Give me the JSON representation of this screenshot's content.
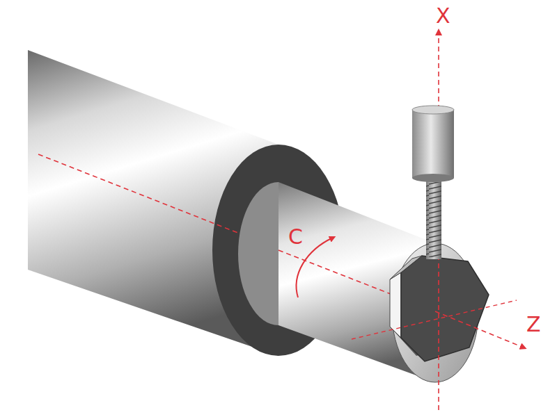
{
  "diagram": {
    "labels": [
      "X",
      "C",
      "Z"
    ]
  }
}
